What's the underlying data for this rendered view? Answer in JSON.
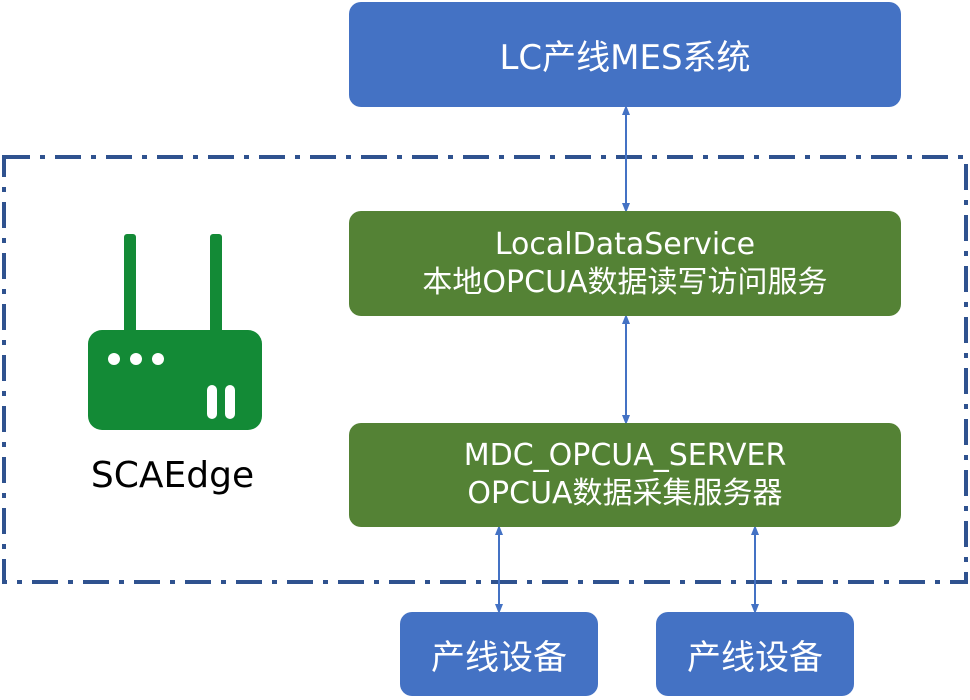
{
  "mes_system": {
    "label": "LC产线MES系统"
  },
  "local_data_service": {
    "line1": "LocalDataService",
    "line2": "本地OPCUA数据读写访问服务"
  },
  "mdc_server": {
    "line1": "MDC_OPCUA_SERVER",
    "line2": "OPCUA数据采集服务器"
  },
  "devices": [
    {
      "label": "产线设备"
    },
    {
      "label": "产线设备"
    }
  ],
  "edge": {
    "label": "SCAEdge",
    "icon": "gateway-router-icon"
  },
  "colors": {
    "blue": "#4472c4",
    "green": "#548235",
    "icon_green": "#138a36",
    "border": "#2f528f",
    "arrow": "#4472c4"
  }
}
